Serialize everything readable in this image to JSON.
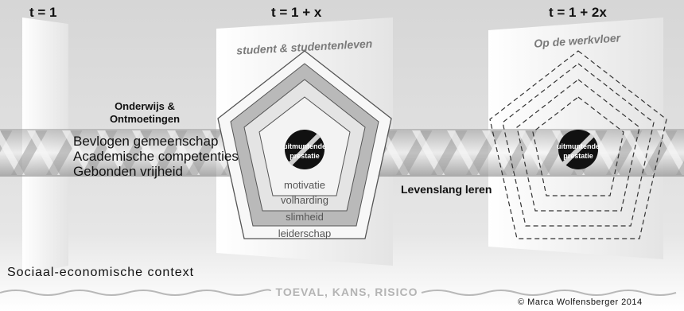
{
  "time_labels": {
    "t0": "t = 1",
    "t1": "t = 1 + x",
    "t2": "t = 1 + 2x"
  },
  "left_panel": {
    "heading_line1": "Onderwijs &",
    "heading_line2": "Ontmoetingen",
    "items": [
      "Bevlogen gemeenschap",
      "Academische competenties",
      "Gebonden vrijheid"
    ]
  },
  "middle_panel": {
    "title": "student & studentenleven",
    "center_line1": "uitmuntende",
    "center_line2": "prestatie",
    "layers": [
      "motivatie",
      "volharding",
      "slimheid",
      "leiderschap"
    ]
  },
  "right_panel": {
    "title": "Op de werkvloer",
    "center_line1": "uitmuntende",
    "center_line2": "prestatie"
  },
  "lifelong": "Levenslang leren",
  "context": "Sociaal-economische context",
  "chance": "TOEVAL, KANS, RISICO",
  "copyright": "© Marca Wolfensberger 2014"
}
